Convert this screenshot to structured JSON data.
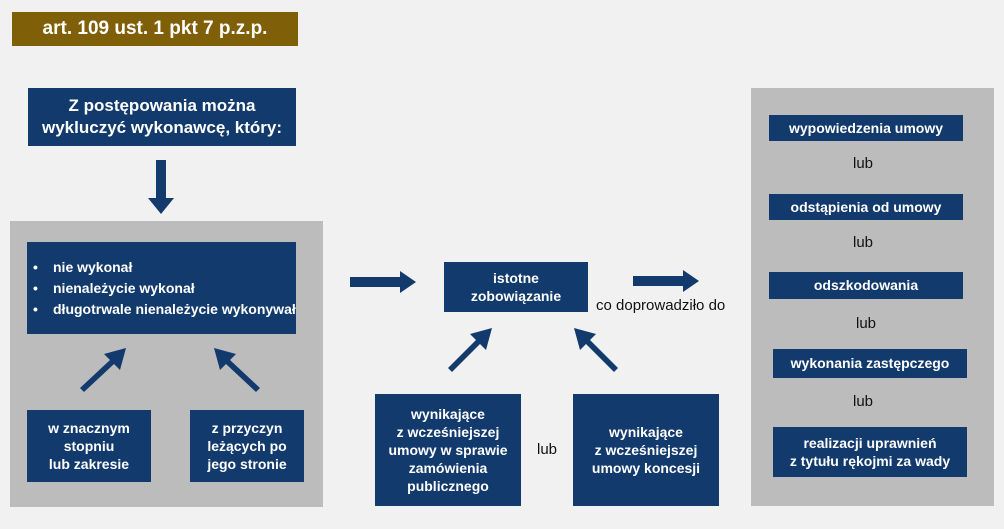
{
  "header": {
    "title": "art. 109 ust. 1 pkt 7 p.z.p."
  },
  "colors": {
    "navy": "#123a6c",
    "gold": "#7f5f08",
    "panel_gray": "#bcbcbc",
    "background": "#f1f1f1"
  },
  "top_box": {
    "lines": [
      "Z postępowania można",
      "wykluczyć wykonawcę, który:"
    ]
  },
  "conduct": {
    "items": [
      "nie wykonał",
      "nienależycie wykonał",
      "długotrwale nienależycie wykonywał"
    ]
  },
  "scope_left": {
    "lines": [
      "w znacznym",
      "stopniu",
      "lub zakresie"
    ]
  },
  "scope_right": {
    "lines": [
      "z przyczyn",
      "leżących po",
      "jego stronie"
    ]
  },
  "obligation": {
    "lines": [
      "istotne",
      "zobowiązanie"
    ]
  },
  "source_left": {
    "lines": [
      "wynikające",
      "z wcześniejszej",
      "umowy w sprawie",
      "zamówienia",
      "publicznego"
    ]
  },
  "source_right": {
    "lines": [
      "wynikające",
      "z wcześniejszej",
      "umowy koncesji"
    ]
  },
  "source_or": "lub",
  "consequence_label": "co doprowadziło do",
  "outcomes": [
    {
      "label": "wypowiedzenia umowy"
    },
    {
      "label": "odstąpienia od umowy"
    },
    {
      "label": "odszkodowania"
    },
    {
      "label": "wykonania zastępczego"
    },
    {
      "label": "realizacji uprawnień z tytułu rękojmi za wady",
      "lines": [
        "realizacji uprawnień",
        "z tytułu rękojmi za wady"
      ]
    }
  ],
  "outcome_separators": [
    "lub",
    "lub",
    "lub",
    "lub"
  ],
  "icons": {
    "arrows": "arrow-icon"
  }
}
